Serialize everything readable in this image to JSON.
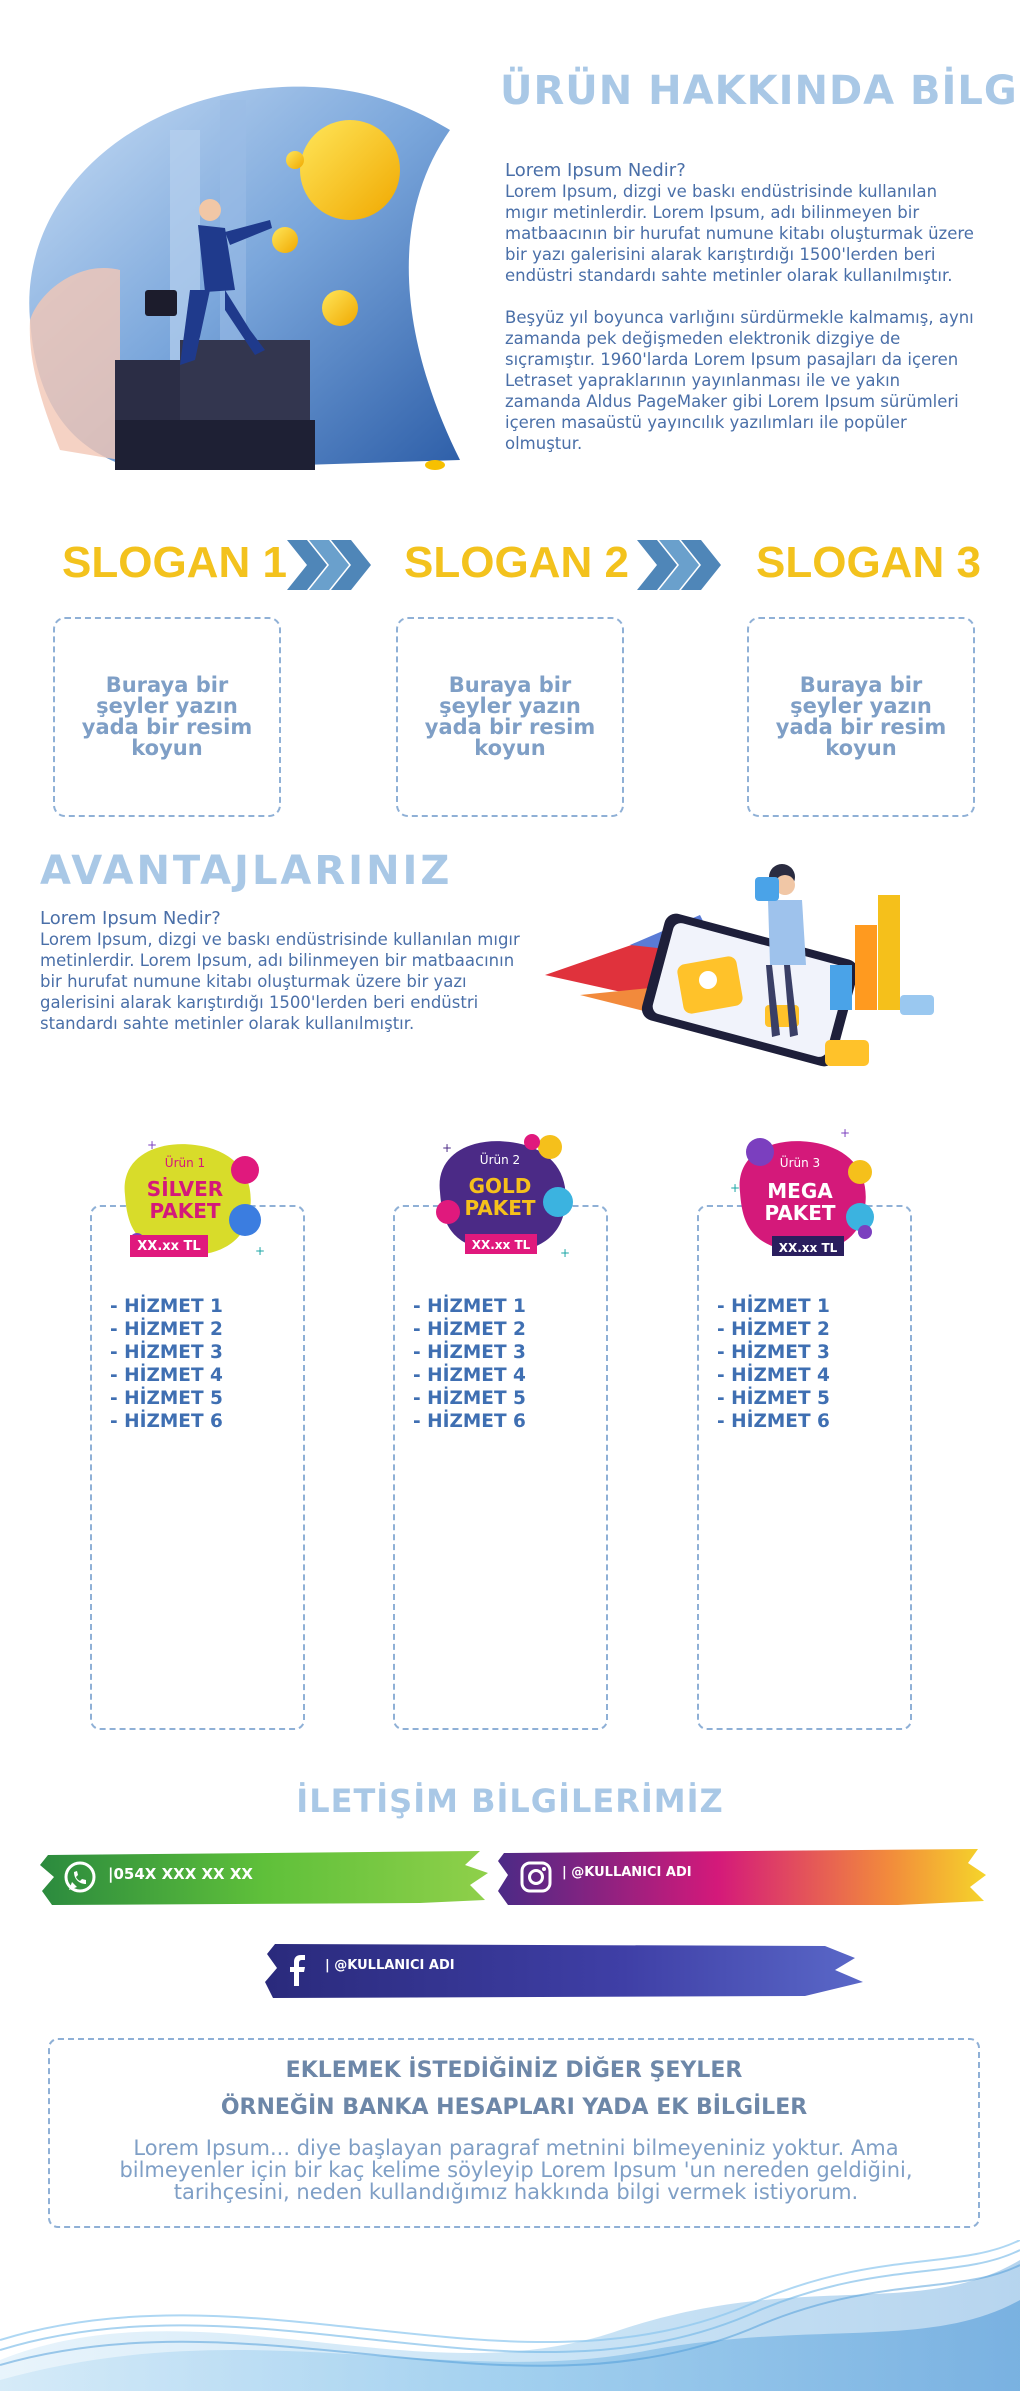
{
  "hero": {
    "title": "ÜRÜN HAKKINDA BİLGİ",
    "question": "Lorem Ipsum Nedir?",
    "paragraph1": "Lorem Ipsum, dizgi ve baskı endüstrisinde kullanılan mıgır metinlerdir. Lorem Ipsum, adı bilinmeyen bir matbaacının bir hurufat numune kitabı oluşturmak üzere bir yazı galerisini alarak karıştırdığı 1500'lerden beri endüstri standardı sahte metinler olarak kullanılmıştır.",
    "paragraph2": "Beşyüz yıl boyunca varlığını sürdürmekle kalmamış, aynı zamanda pek değişmeden elektronik dizgiye de sıçramıştır. 1960'larda Lorem Ipsum pasajları da içeren Letraset yapraklarının yayınlanması ile ve yakın zamanda Aldus PageMaker gibi Lorem Ipsum sürümleri içeren masaüstü yayıncılık yazılımları ile popüler olmuştur."
  },
  "slogans": [
    {
      "title": "SLOGAN 1",
      "placeholder": "Buraya bir şeyler yazın yada bir resim koyun"
    },
    {
      "title": "SLOGAN 2",
      "placeholder": "Buraya bir şeyler yazın yada bir resim koyun"
    },
    {
      "title": "SLOGAN 3",
      "placeholder": "Buraya bir şeyler yazın yada bir resim koyun"
    }
  ],
  "advantages": {
    "title": "AVANTAJLARINIZ",
    "question": "Lorem Ipsum Nedir?",
    "paragraph": "Lorem Ipsum, dizgi ve baskı endüstrisinde kullanılan mıgır metinlerdir. Lorem Ipsum, adı bilinmeyen bir matbaacının bir hurufat numune kitabı oluşturmak üzere bir yazı galerisini alarak karıştırdığı 1500'lerden beri endüstri standardı sahte metinler olarak kullanılmıştır."
  },
  "packages": [
    {
      "tag": "Ürün 1",
      "name_line1": "SİLVER",
      "name_line2": "PAKET",
      "price": "XX.xx TL",
      "color": "#d8dc2a",
      "services": [
        "- HİZMET 1",
        "- HİZMET 2",
        "- HİZMET 3",
        "- HİZMET 4",
        "- HİZMET 5",
        "- HİZMET 6"
      ]
    },
    {
      "tag": "Ürün 2",
      "name_line1": "GOLD",
      "name_line2": "PAKET",
      "price": "XX.xx TL",
      "color": "#4b2a86",
      "services": [
        "- HİZMET 1",
        "- HİZMET 2",
        "- HİZMET 3",
        "- HİZMET 4",
        "- HİZMET 5",
        "- HİZMET 6"
      ]
    },
    {
      "tag": "Ürün 3",
      "name_line1": "MEGA",
      "name_line2": "PAKET",
      "price": "XX.xx TL",
      "color": "#d4197a",
      "services": [
        "- HİZMET 1",
        "- HİZMET 2",
        "- HİZMET 3",
        "- HİZMET 4",
        "- HİZMET 5",
        "- HİZMET 6"
      ]
    }
  ],
  "contact": {
    "title": "İLETİŞİM BİLGİLERİMİZ",
    "whatsapp": "|054X XXX XX XX",
    "instagram": "| @KULLANICI ADI",
    "facebook": "| @KULLANICI ADI"
  },
  "notes": {
    "heading1": "EKLEMEK İSTEDİĞİNİZ DİĞER ŞEYLER",
    "heading2": "ÖRNEĞİN BANKA HESAPLARI YADA EK BİLGİLER",
    "paragraph": "Lorem Ipsum... diye başlayan paragraf metnini bilmeyeniniz yoktur. Ama bilmeyenler için bir kaç kelime söyleyip Lorem Ipsum 'un nereden geldiğini, tarihçesini, neden kullandığımız hakkında bilgi vermek istiyorum."
  },
  "colors": {
    "title_light_blue": "#a9c8e6",
    "body_blue": "#4a6fa8",
    "slogan_yellow": "#f3c21d",
    "dashed_border": "#8fb0d6"
  }
}
